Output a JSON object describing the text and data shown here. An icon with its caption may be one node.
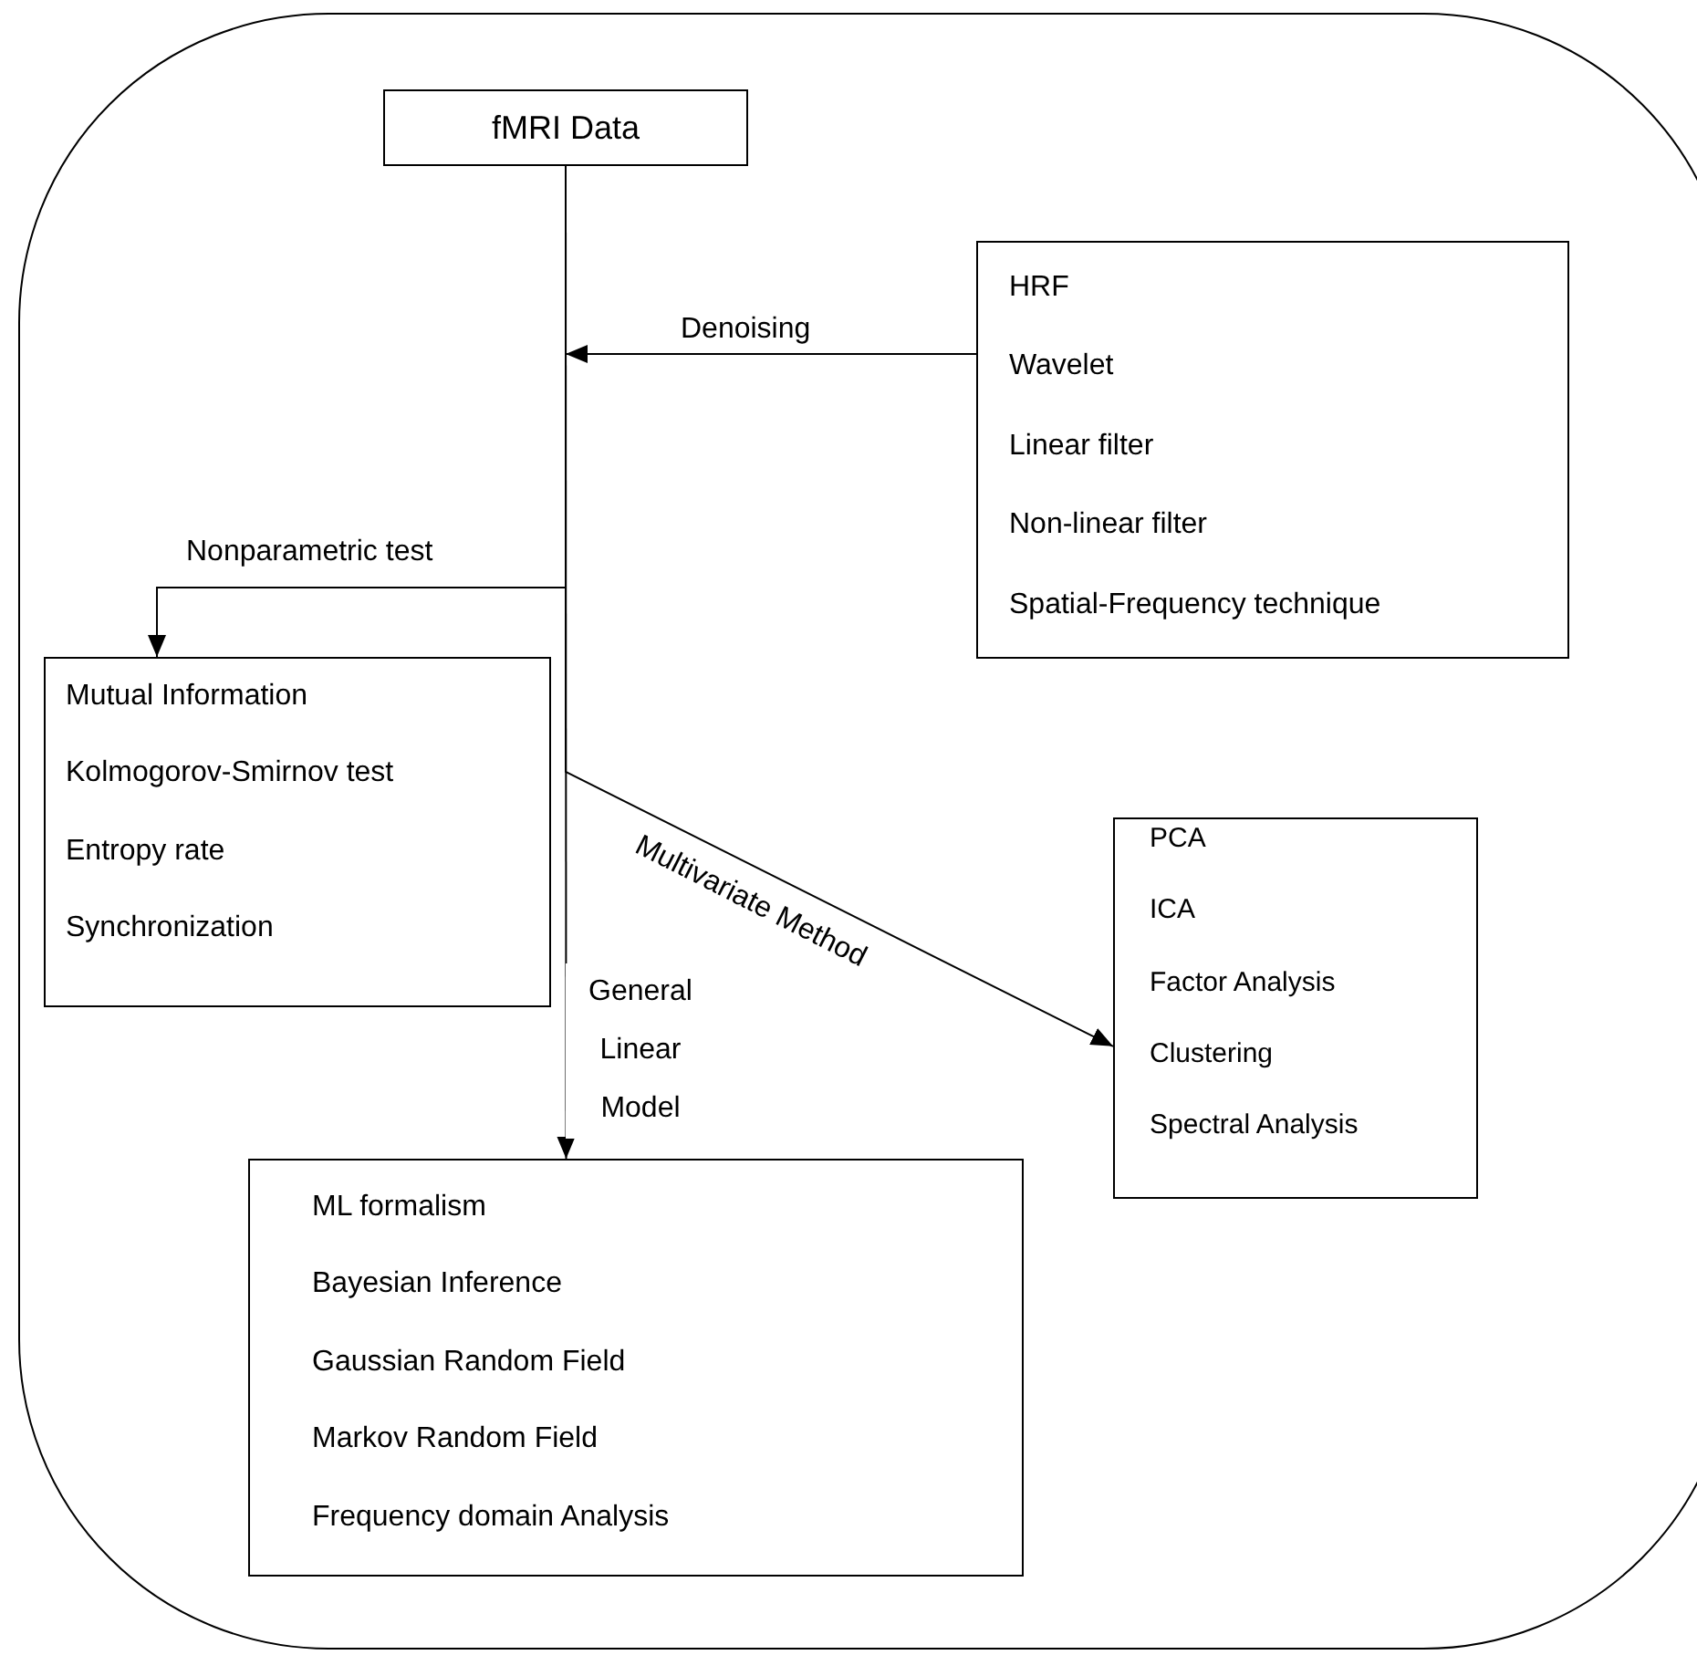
{
  "diagram": {
    "nodes": [
      {
        "text": [],
        "shape": "box"
      },
      {
        "text": [
          "fMRI Data"
        ],
        "in": 0
      },
      {
        "text": [
          "HRF",
          "Wavelet",
          "Linear filter",
          "Non-linear filter",
          "Spatial-Frequency technique"
        ],
        "in": 0
      },
      {
        "text": [
          "Mutual Information",
          "Kolmogorov-Smirnov test",
          "Entropy rate",
          "Synchronization"
        ],
        "in": 0
      },
      {
        "text": [
          "PCA",
          "ICA",
          "Factor Analysis",
          "Clustering",
          "Spectral Analysis"
        ],
        "in": 0
      },
      {
        "text": [
          "ML formalism",
          "Bayesian Inference",
          "Gaussian Random Field",
          "Markov Random Field",
          "Frequency domain Analysis"
        ],
        "in": 0
      }
    ],
    "edges": [
      {
        "from": 2,
        "to": null,
        "arrow": "to",
        "label": "Denoising"
      },
      {
        "from": 1,
        "to": 3,
        "arrow": "to",
        "label": "Nonparametric test"
      },
      {
        "from": 1,
        "to": 4,
        "arrow": "to",
        "label": "Multivariate Method"
      },
      {
        "from": 1,
        "to": 5,
        "arrow": "to",
        "label": "General Linear Model"
      }
    ]
  }
}
